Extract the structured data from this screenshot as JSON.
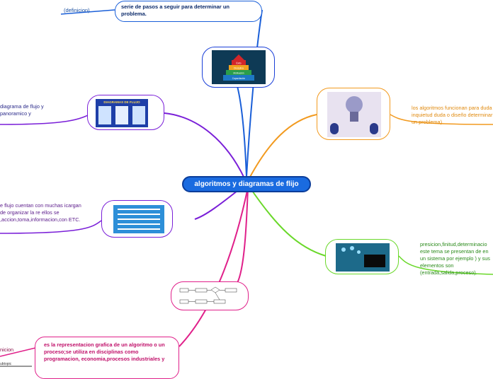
{
  "central": {
    "title": "algoritmos y diagramas de flijo"
  },
  "top": {
    "definicion_label": "(definicion)",
    "definition_text": "serie de pasos a seguir para determinar un problema.",
    "image_labels": [
      "Éxito",
      "Disciplina",
      "Motivación",
      "Capacitación"
    ]
  },
  "left_upper": {
    "image_title": "DIAGRAMAS DE FLUJO",
    "text": "diagrama de flujo y panoramico y"
  },
  "left_middle": {
    "text": "e flujo cuentan con muchas icargan de organizar la re ellos se ,accion,toma,informacion,con ETC."
  },
  "left_lower": {
    "text": "es la representacion grafica de un algoritmo o un proceso;se utiliza en disciplinas como programacion, economia,procesos industriales y",
    "cut_label": "nicion",
    "subtopic_label": "ubtopic"
  },
  "right_upper": {
    "text": "los algoritmos funcionan para duda inquietud duda o diseño determinar un problema)"
  },
  "right_lower": {
    "text": "presicion,finitud,determinacio este tema se presentan de en un sistema por ejemplo ) y sus elementos son (entrada,salida,proceso)."
  },
  "colors": {
    "blue": "#1a6be0",
    "purple": "#7a1fd8",
    "magenta": "#e0208a",
    "orange": "#f29a1f",
    "green": "#6ad82a"
  }
}
